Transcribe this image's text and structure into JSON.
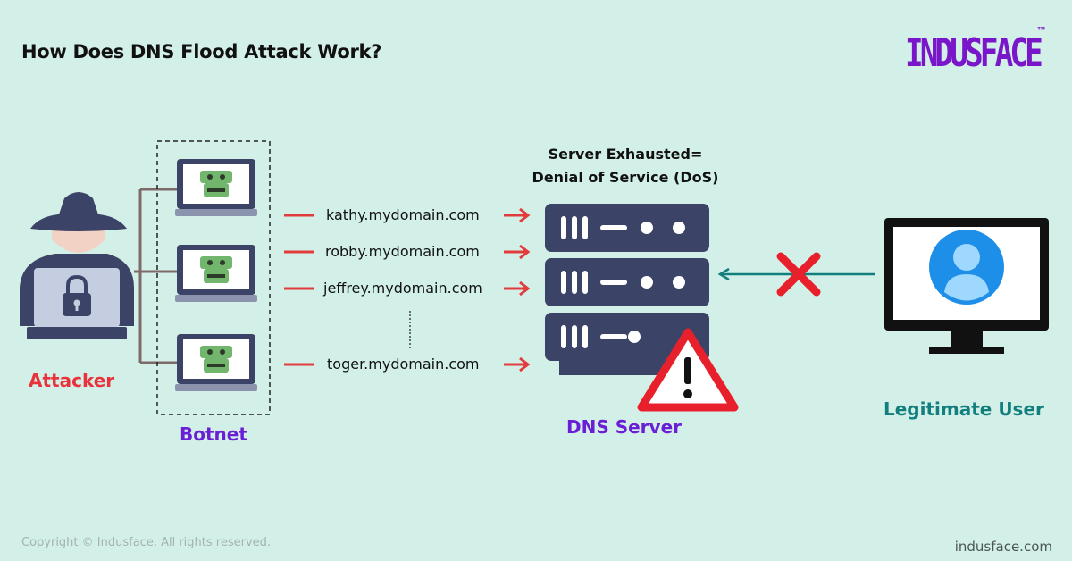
{
  "title": "How Does DNS Flood Attack Work?",
  "brand": {
    "logo": "INDUSFACE",
    "tm": "™"
  },
  "labels": {
    "attacker": "Attacker",
    "botnet": "Botnet",
    "dns_server": "DNS Server",
    "legitimate_user": "Legitimate User",
    "exhausted_line1": "Server Exhausted=",
    "exhausted_line2": "Denial of Service (DoS)"
  },
  "domains": [
    "kathy.mydomain.com",
    "robby.mydomain.com",
    "jeffrey.mydomain.com",
    "toger.mydomain.com"
  ],
  "footer": {
    "copyright": "Copyright © Indusface, All rights reserved.",
    "website": "indusface.com"
  },
  "colors": {
    "background": "#d3f0e8",
    "brand": "#7a16c9",
    "attack_red": "#e8333c",
    "server_navy": "#3b4466",
    "user_teal": "#127e7e",
    "bot_green": "#72b56c"
  },
  "icons": [
    "hacker-icon",
    "padlock-icon",
    "bot-laptop-icon",
    "server-rack-icon",
    "warning-icon",
    "block-x-icon",
    "user-monitor-icon"
  ]
}
